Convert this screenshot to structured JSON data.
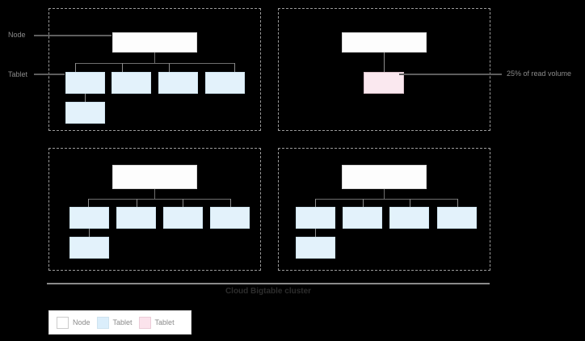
{
  "diagram": {
    "caption": "Cloud Bigtable cluster",
    "side_labels": {
      "node": "Node",
      "tablet": "Tablet"
    },
    "callout": {
      "hot_tablet": "25% of read volume"
    },
    "legend": {
      "items": [
        {
          "label": "Node",
          "swatch": "node-swatch",
          "color": "#ffffff"
        },
        {
          "label": "Tablet",
          "swatch": "tablet-swatch",
          "color": "#dbeefb"
        },
        {
          "label": "Tablet",
          "swatch": "hot-tablet-swatch",
          "color": "#fbe3ec"
        }
      ]
    },
    "colors": {
      "background": "#000000",
      "node_fill": "#fdfdfd",
      "tablet_fill": "#e3f2fb",
      "hot_tablet_fill": "#fae8ef",
      "panel_border": "#9a9a9a",
      "connector": "#6e6e6e",
      "label_text": "#8a8a8a",
      "caption_text": "#2d2d2d"
    },
    "panels": [
      {
        "id": "cluster-node-1",
        "node_count": 1,
        "tablet_count": 5,
        "hot_tablet_count": 0
      },
      {
        "id": "cluster-node-2",
        "node_count": 1,
        "tablet_count": 0,
        "hot_tablet_count": 1
      },
      {
        "id": "cluster-node-3",
        "node_count": 1,
        "tablet_count": 5,
        "hot_tablet_count": 0
      },
      {
        "id": "cluster-node-4",
        "node_count": 1,
        "tablet_count": 5,
        "hot_tablet_count": 0
      }
    ]
  }
}
